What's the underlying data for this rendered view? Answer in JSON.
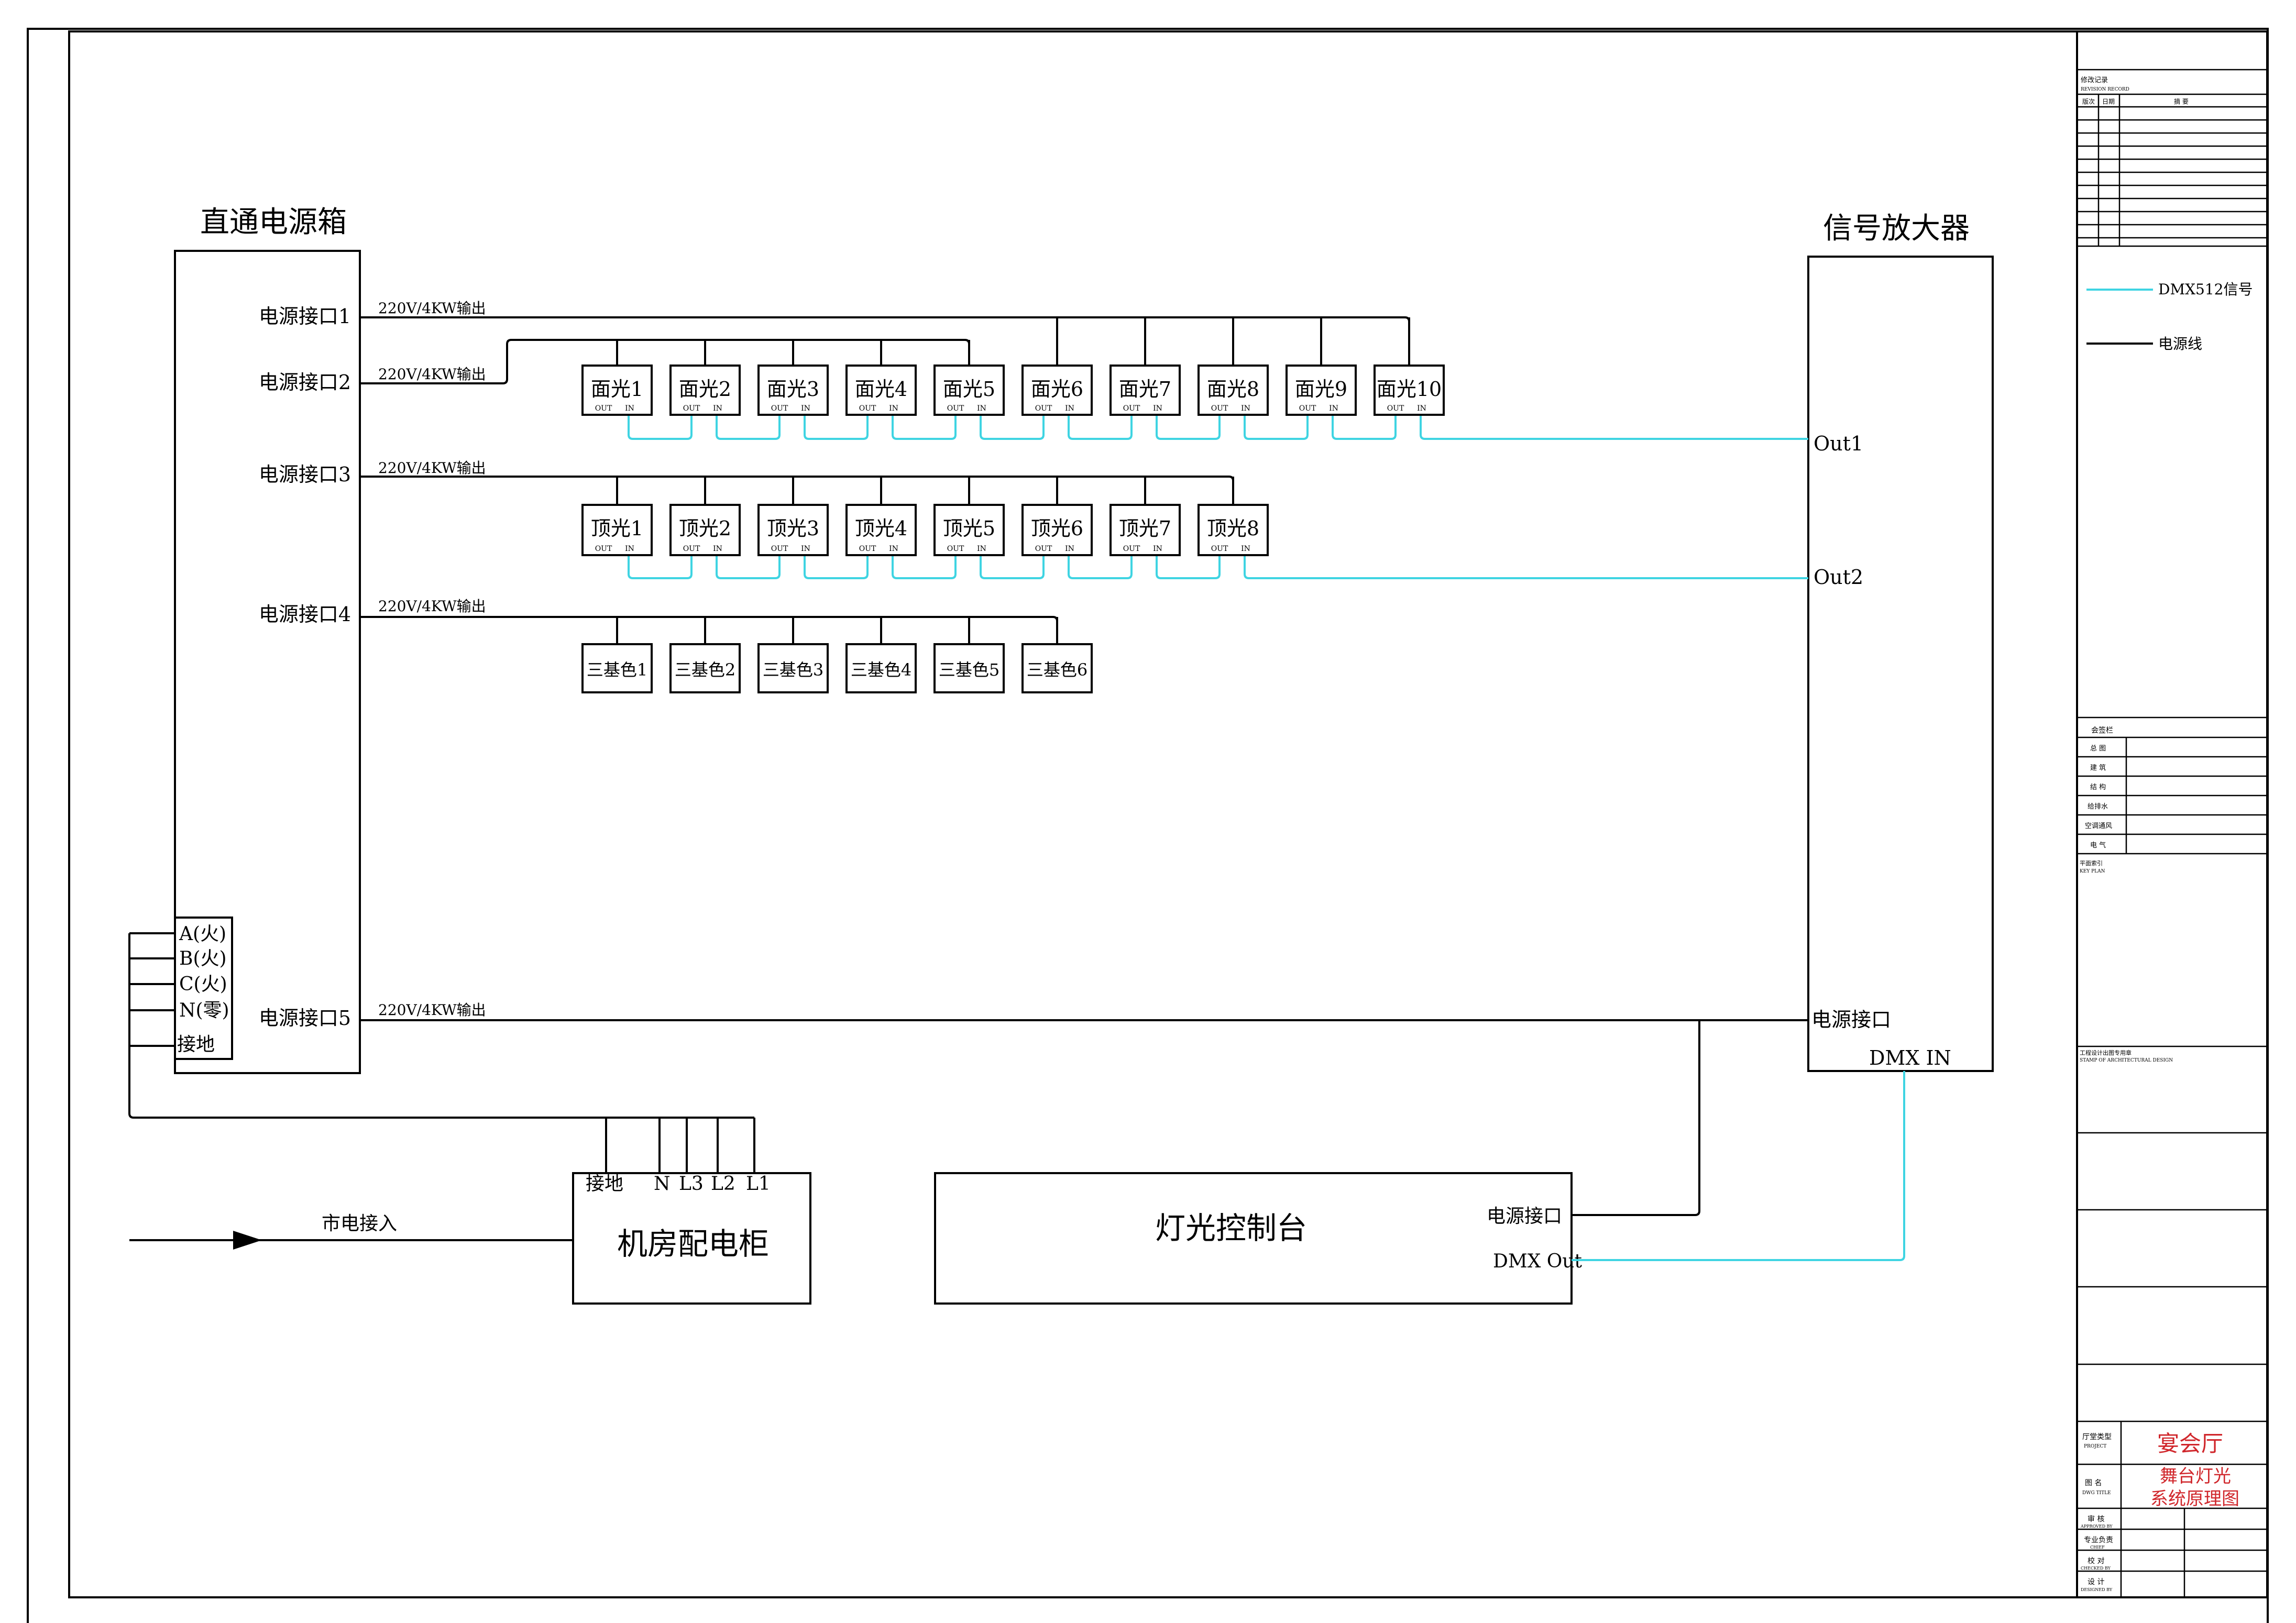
{
  "colors": {
    "signal": "#3fd4e2",
    "line": "#000000",
    "title_red": "#d0262b"
  },
  "power_box": {
    "title": "直通电源箱",
    "ports": [
      "电源接口1",
      "电源接口2",
      "电源接口3",
      "电源接口4",
      "电源接口5"
    ],
    "output_label": "220V/4KW输出",
    "terminals": [
      "A(火)",
      "B(火)",
      "C(火)",
      "N(零)",
      "接地"
    ]
  },
  "amplifier": {
    "title": "信号放大器",
    "out1": "Out1",
    "out2": "Out2",
    "power": "电源接口",
    "dmx_in": "DMX  IN"
  },
  "face_lights": [
    "面光1",
    "面光2",
    "面光3",
    "面光4",
    "面光5",
    "面光6",
    "面光7",
    "面光8",
    "面光9",
    "面光10"
  ],
  "top_lights": [
    "顶光1",
    "顶光2",
    "顶光3",
    "顶光4",
    "顶光5",
    "顶光6",
    "顶光7",
    "顶光8"
  ],
  "rgb_lights": [
    "三基色1",
    "三基色2",
    "三基色3",
    "三基色4",
    "三基色5",
    "三基色6"
  ],
  "fixture_ports": {
    "out": "OUT",
    "in": "IN"
  },
  "cabinet": {
    "title": "机房配电柜",
    "terminals": [
      "接地",
      "N",
      "L3",
      "L2",
      "L1"
    ],
    "mains": "市电接入"
  },
  "console": {
    "title": "灯光控制台",
    "power": "电源接口",
    "dmx_out": "DMX  Out"
  },
  "legend": {
    "dmx": "DMX512信号",
    "power": "电源线"
  },
  "title_block": {
    "revision_head": "修改记录",
    "revision_head_en": "REVISION RECORD",
    "rev_cols": [
      "版次",
      "日期",
      "摘  要"
    ],
    "signature_head": "会签栏",
    "signature_rows": [
      "总  图",
      "建  筑",
      "结  构",
      "给排水",
      "空调通风",
      "电  气"
    ],
    "key_plan": "平面索引",
    "key_plan_en": "KEY PLAN",
    "stamp": "工程设计出图专用章",
    "stamp_en": "STAMP OF ARCHITECTURAL DESIGN",
    "project_label": "厅堂类型",
    "project_label_en": "PROJECT",
    "project_value": "宴会厅",
    "drawing_label": "图  名",
    "drawing_label_en": "DWG TITLE",
    "drawing_value_1": "舞台灯光",
    "drawing_value_2": "系统原理图",
    "sign_rows": [
      {
        "zh": "审  核",
        "en": "APPROVED BY"
      },
      {
        "zh": "专业负责",
        "en": "CHIEF"
      },
      {
        "zh": "校  对",
        "en": "CHECKED BY"
      },
      {
        "zh": "设  计",
        "en": "DESIGNED BY"
      }
    ]
  }
}
